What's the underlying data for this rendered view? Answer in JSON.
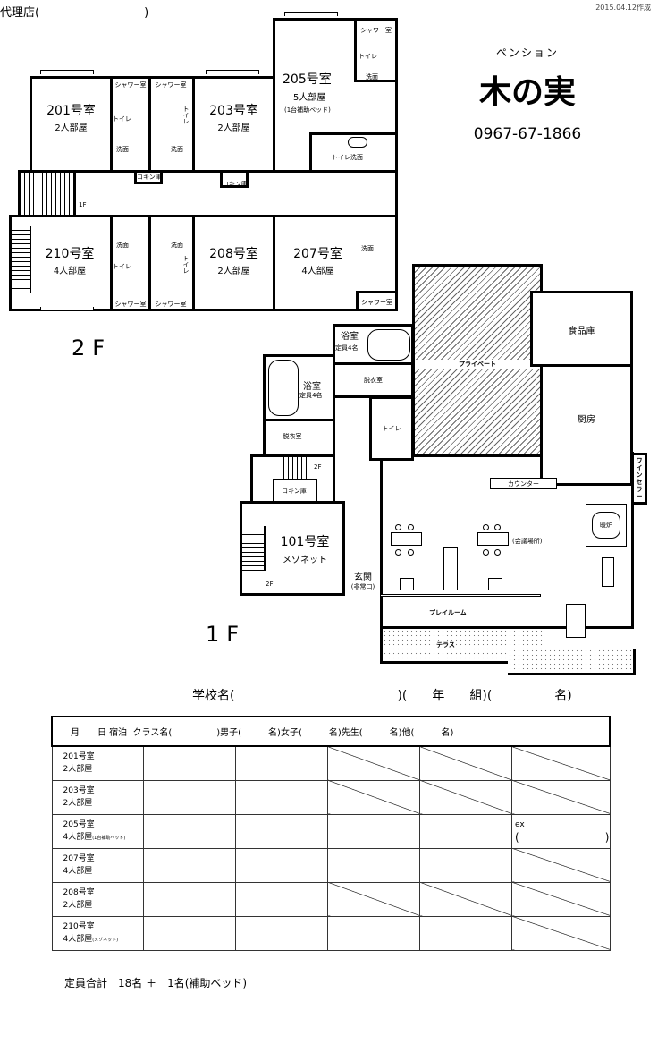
{
  "header": {
    "agency": "代理店(　　　　　　　　　)",
    "date": "2015.04.12作成"
  },
  "brand": {
    "kana": "ペンション",
    "name": "木の実",
    "phone": "0967-67-1866"
  },
  "floor2": {
    "label": "2F",
    "rooms": [
      {
        "no": "201号室",
        "cap": "2人部屋"
      },
      {
        "no": "203号室",
        "cap": "2人部屋"
      },
      {
        "no": "205号室",
        "cap": "5人部屋",
        "note": "(1台補助ベッド)"
      },
      {
        "no": "210号室",
        "cap": "4人部屋"
      },
      {
        "no": "208号室",
        "cap": "2人部屋"
      },
      {
        "no": "207号室",
        "cap": "4人部屋"
      }
    ],
    "shower": "シャワー室",
    "toilet": "トイレ",
    "sink": "洗面",
    "toilet_sink": "トイレ洗面",
    "shower_v": "シャワー室",
    "closet": "コキン庫",
    "stair_to": "1F"
  },
  "floor1": {
    "label": "1F",
    "bath": "浴室",
    "bath_cap": "定員4名",
    "dressing": "脱衣室",
    "private": "プライベート",
    "pantry": "食品庫",
    "kitchen": "厨房",
    "wine": "ワインセラー",
    "toilet": "トイレ",
    "counter": "カウンター",
    "room101": "101号室",
    "room101_type": "メゾネット",
    "entrance": "玄関",
    "entrance_note": "(非常口)",
    "meeting": "(会議場所)",
    "stove": "暖炉",
    "playroom": "プレイルーム",
    "terrace": "テラス",
    "stair_to": "2F",
    "closet": "コキン庫"
  },
  "form": {
    "school_line": "学校名(　　　　　　　　　　　　　)(　　年　　組)(　　　　　名)",
    "header": "月　　日 宿泊  クラス名(　　　　　)男子(　　　名)女子(　　　名)先生(　　　名)他(　　　名)",
    "rows": [
      {
        "room": "201号室",
        "cap": "2人部屋",
        "sub": ""
      },
      {
        "room": "203号室",
        "cap": "2人部屋",
        "sub": ""
      },
      {
        "room": "205号室",
        "cap": "4人部屋",
        "sub": "(1台補助ベッド)",
        "ex": "ex",
        "ex_paren": "(　　　　　　　　)"
      },
      {
        "room": "207号室",
        "cap": "4人部屋",
        "sub": ""
      },
      {
        "room": "208号室",
        "cap": "2人部屋",
        "sub": ""
      },
      {
        "room": "210号室",
        "cap": "4人部屋",
        "sub": "(メゾネット)"
      }
    ],
    "total": "定員合計　18名 ＋　1名(補助ベッド)"
  }
}
